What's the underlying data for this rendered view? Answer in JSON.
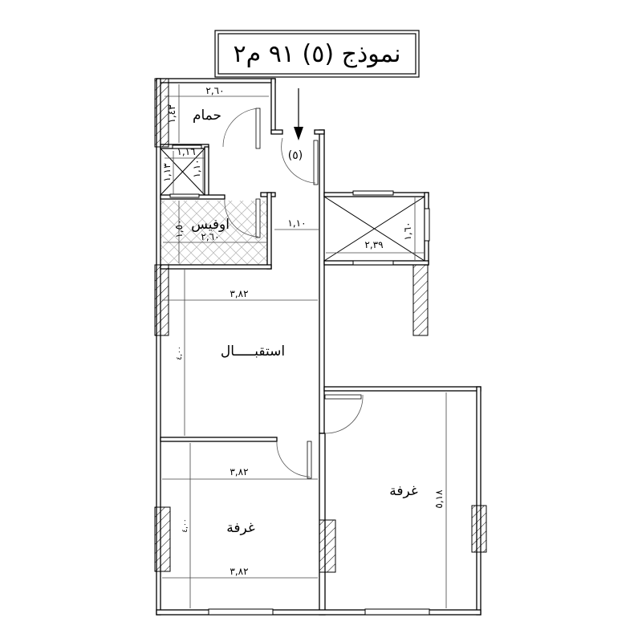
{
  "title": "نموذج (٥)  ٩١ م٢",
  "entrance_label": "(٥)",
  "rooms": {
    "bathroom": "حمام",
    "office": "اوفيس",
    "reception": "استقبـــــال",
    "bedroom_1": "غرفة",
    "bedroom_2": "غرفة"
  },
  "dimensions": {
    "bath_width": "٢,٦٠",
    "bath_depth": "١,٤٣",
    "shaft_width": "١,١٦",
    "shaft_depth": "١,١٣",
    "shaft_inner": "١,١٠",
    "office_depth": "١,٥٠",
    "office_width": "٢,٦٠",
    "corridor_width": "١,١٠",
    "lightwell_width": "٢,٣٩",
    "lightwell_depth": "١,٦٠",
    "reception_width": "٣,٨٢",
    "reception_depth": "٤,٠٠",
    "bedroom1_width_top": "٣,٨٢",
    "bedroom1_width_bottom": "٣,٨٢",
    "bedroom1_depth": "٤,٠٠",
    "bedroom2_depth": "٥,١٨"
  }
}
